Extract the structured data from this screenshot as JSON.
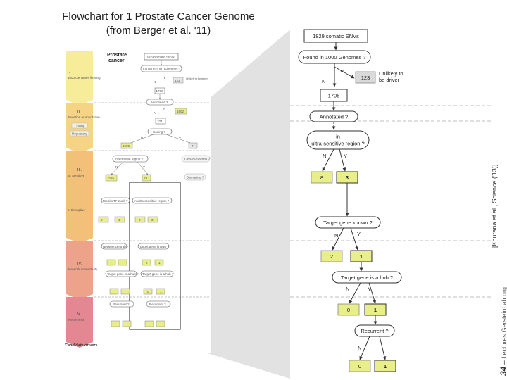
{
  "slide": {
    "title_line1": "Flowchart for 1 Prostate Cancer Genome",
    "title_line2": "(from Berger et al. '11)",
    "footer_page": "34",
    "footer_sep": " – ",
    "footer_site": "Lectures.GersteinLab.org",
    "credit": "[Khurana et al., Science ('13)]"
  },
  "large_flow": {
    "snvs": "1829 somatic SNVs",
    "found_1000g": "Found in 1000 Genomes ?",
    "y": "Y",
    "n": "N",
    "count_123": "123",
    "unlikely_1": "Unlikely to",
    "unlikely_2": "be driver",
    "count_1706": "1706",
    "annotated": "Annotated ?",
    "ultra_1": "in",
    "ultra_2": "ultra-sensitive region ?",
    "count_8": "8",
    "count_3": "3",
    "target_gene_known": "Target gene known ?",
    "count_2": "2",
    "count_1a": "1",
    "target_is_hub": "Target gene is a hub ?",
    "count_0a": "0",
    "count_1b": "1",
    "recurrent": "Recurrent ?",
    "count_0b": "0",
    "count_1c": "1"
  },
  "small_flow": {
    "prostate_1": "Prostate",
    "prostate_2": "cancer",
    "snvs": "1829 somatic SNVs",
    "found": "Found in 1000 Genomes ?",
    "y": "Y",
    "n": "N",
    "c123": "123",
    "unlikely": "Unlikely to be driver",
    "c1706": "1706",
    "annotated": "Annotated ?",
    "c1602": "1602",
    "c104": "104",
    "coding": "Coding ?",
    "c1595": "1595",
    "c7": "7",
    "in_sensitive": "In sensitive region ?",
    "c1576": "1576",
    "c19": "19",
    "ultra_region": "In ultra-sensitive region ?",
    "c8": "8",
    "c3": "3",
    "breaks": "Breaks TF motif ?",
    "c1": "1",
    "c2": "2",
    "target_known": "Target gene known ?",
    "target_hub": "Target gene is a hub ?",
    "recurrent": "Recurrent ?",
    "c0": "0",
    "loss": "Loss-of-function ?",
    "damaging": "Damaging ?",
    "network": "Network centrality ?",
    "candidate": "Candidate drivers"
  },
  "stages": [
    {
      "label": "I.",
      "sub": "1000 Genomes filtering"
    },
    {
      "label": "II.",
      "sub": "Function or annotation"
    },
    {
      "label": "Coding",
      "sub": ""
    },
    {
      "label": "Regulatory",
      "sub": ""
    },
    {
      "label": "III.",
      "sub": "a. Sensitive"
    },
    {
      "label": "b. Disruptive",
      "sub": ""
    },
    {
      "label": "IV.",
      "sub": "Network connectivity"
    },
    {
      "label": "V.",
      "sub": "Recurrence"
    }
  ],
  "colors": {
    "box_gray_bg": "#dadada",
    "box_yellow_bg": "#e8ee8a",
    "arrow_orange": "#f2b25a",
    "arrow_salmon": "#e79a82",
    "arrow_pink": "#e07f8e",
    "candidate_red": "#cc2222"
  }
}
